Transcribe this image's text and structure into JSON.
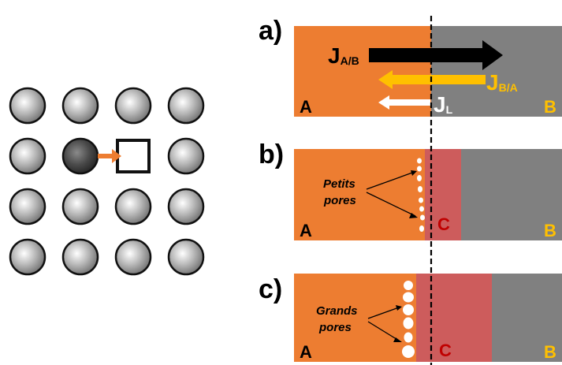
{
  "colors": {
    "phase_A": "#ED7D31",
    "phase_B": "#808080",
    "phase_C": "#CD5C5C",
    "flux_A_to_B": "#000000",
    "flux_B_to_A": "#FFC000",
    "flux_lattice": "#FFFFFF",
    "label_A": "#000000",
    "label_B": "#FFC000",
    "label_C": "#C00000",
    "vacancy_arrow": "#ED7D31"
  },
  "panels": {
    "a": {
      "tag": "a)",
      "label_A": "A",
      "label_B": "B",
      "flux_A_to_B": {
        "main": "J",
        "sub": "A/B"
      },
      "flux_B_to_A": {
        "main": "J",
        "sub": "B/A"
      },
      "flux_lattice": {
        "main": "J",
        "sub": "L"
      }
    },
    "b": {
      "tag": "b)",
      "label_A": "A",
      "label_B": "B",
      "label_C": "C",
      "pores_line1": "Petits",
      "pores_line2": "pores"
    },
    "c": {
      "tag": "c)",
      "label_A": "A",
      "label_B": "B",
      "label_C": "C",
      "pores_line1": "Grands",
      "pores_line2": "pores"
    }
  },
  "lattice": {
    "rows": 4,
    "cols": 4,
    "dark_atom": [
      1,
      1
    ],
    "vacancy": [
      1,
      2
    ],
    "vacancy_icon": "empty-square-icon",
    "atom_icon": "sphere-icon"
  }
}
